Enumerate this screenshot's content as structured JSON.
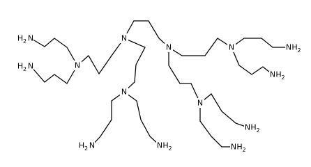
{
  "atoms": {
    "n_a": "N",
    "n_b": "N",
    "n_c": "N",
    "n_d": "N",
    "n_e": "N",
    "n_f": "N",
    "amine_1": {
      "symbol": "H",
      "subscript": "2",
      "element": "N"
    },
    "amine_2": {
      "symbol": "H",
      "subscript": "2",
      "element": "N"
    },
    "amine_3": {
      "symbol": "H",
      "subscript": "2",
      "element": "N"
    },
    "amine_4": {
      "symbol": "H",
      "subscript": "2",
      "element": "N"
    },
    "amine_5": {
      "symbol": "H",
      "subscript": "2",
      "element": "N"
    },
    "amine_6": {
      "symbol": "H",
      "subscript": "2",
      "element": "N"
    },
    "amine_7": {
      "symbol": "H",
      "subscript": "2",
      "element": "N"
    },
    "amine_8": {
      "symbol": "H",
      "subscript": "2",
      "element": "N"
    }
  },
  "colors": {
    "bond": "#000000",
    "background": "#ffffff"
  }
}
